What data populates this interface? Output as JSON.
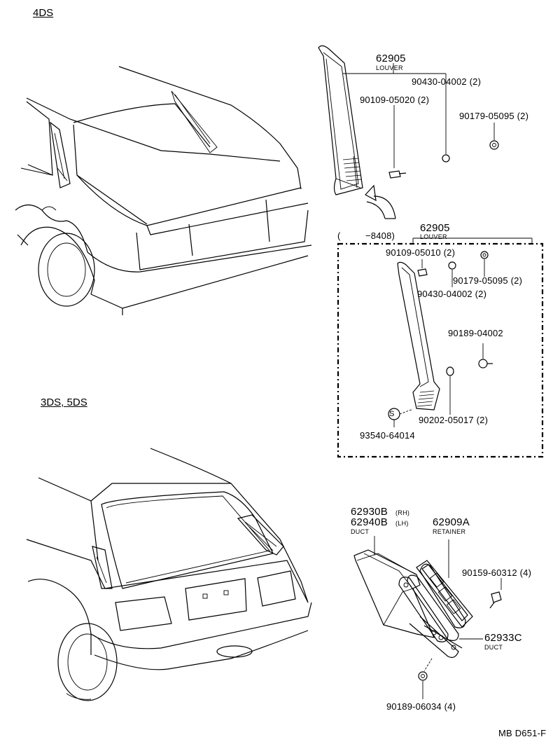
{
  "sections": {
    "top": "4DS",
    "bottom": "3DS, 5DS"
  },
  "labels": {
    "louver_top_no": "62905",
    "louver_top_name": "LOUVER",
    "p1": "90430-04002 (2)",
    "p2": "90109-05020 (2)",
    "p3": "90179-05095 (2)",
    "range_open": "(",
    "range": "−8408)",
    "louver_mid_no": "62905",
    "louver_mid_name": "LOUVER",
    "p4": "90109-05010 (2)",
    "p5": "90179-05095 (2)",
    "p6": "90430-04002 (2)",
    "p7": "90189-04002",
    "p8": "90202-05017 (2)",
    "p9": "93540-64014",
    "duct_rh": "62930B",
    "duct_rh_side": "(RH)",
    "duct_lh": "62940B",
    "duct_lh_side": "(LH)",
    "duct_name": "DUCT",
    "retainer_no": "62909A",
    "retainer_name": "RETAINER",
    "p10": "90159-60312 (4)",
    "duct2_no": "62933C",
    "duct2_name": "DUCT",
    "p11": "90189-06034 (4)",
    "drawing_id": "MB D651-F"
  }
}
